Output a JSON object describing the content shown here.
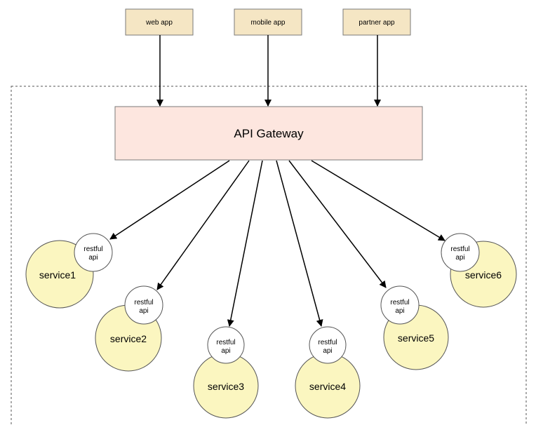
{
  "clients": [
    {
      "label": "web app"
    },
    {
      "label": "mobile app"
    },
    {
      "label": "partner app"
    }
  ],
  "gateway": {
    "label": "API Gateway"
  },
  "api_label_line1": "restful",
  "api_label_line2": "api",
  "services": [
    {
      "label": "service1"
    },
    {
      "label": "service2"
    },
    {
      "label": "service3"
    },
    {
      "label": "service4"
    },
    {
      "label": "service5"
    },
    {
      "label": "service6"
    }
  ],
  "colors": {
    "client_fill": "#f5e6c4",
    "gateway_fill": "#fde6df",
    "service_fill": "#fbf6c0",
    "api_fill": "#ffffff",
    "arrow": "#000000"
  }
}
